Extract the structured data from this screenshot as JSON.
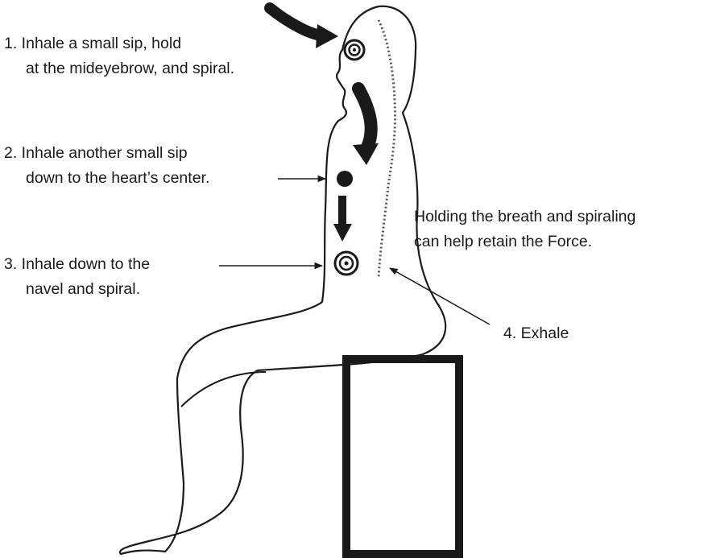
{
  "steps": [
    {
      "line1": "1. Inhale a small sip, hold",
      "line2": "at the mideyebrow, and spiral."
    },
    {
      "line1": "2. Inhale another small sip",
      "line2": "down to the heart’s center."
    },
    {
      "line1": "3. Inhale down to the",
      "line2": "navel and spiral."
    }
  ],
  "note": {
    "line1": "Holding the breath and spiraling",
    "line2": "can help retain the Force."
  },
  "exhale_label": "4. Exhale",
  "colors": {
    "ink": "#1a1a1a",
    "background": "#ffffff"
  }
}
